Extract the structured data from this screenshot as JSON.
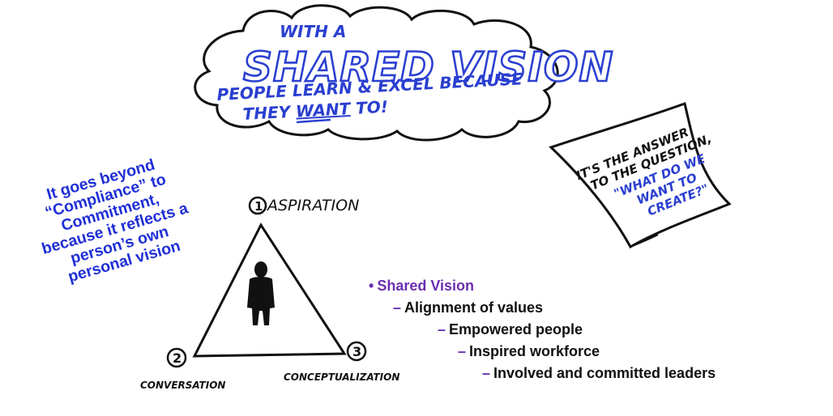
{
  "cloud": {
    "line1": "WITH A",
    "line2": "SHARED VISION",
    "line3": "PEOPLE LEARN & EXCEL BECAUSE",
    "line4a": "THEY ",
    "line4b": "WANT",
    "line4c": " TO!"
  },
  "note": {
    "line1": "IT'S THE ANSWER",
    "line2": "TO THE QUESTION,",
    "line3": "\"WHAT DO WE",
    "line4": "WANT TO",
    "line5": "CREATE?\""
  },
  "quote": {
    "line1": "It goes beyond",
    "line2": "“Compliance” to",
    "line3": "Commitment,",
    "line4": "because it reflects a",
    "line5": "person’s own",
    "line6": "personal vision"
  },
  "triangle": {
    "top_num": "1",
    "top_label": "ASPIRATION",
    "left_num": "2",
    "left_label": "CONVERSATION",
    "right_num": "3",
    "right_label": "CONCEPTUALIZATION"
  },
  "bullets": {
    "title": "Shared Vision",
    "items": [
      "Alignment of values",
      "Empowered people",
      "Inspired workforce",
      "Involved and committed leaders"
    ]
  },
  "colors": {
    "hand_blue": "#2a3fd0",
    "quote_blue": "#1f2fd6",
    "bullet_purple": "#6a2fb0",
    "ink": "#111111"
  }
}
